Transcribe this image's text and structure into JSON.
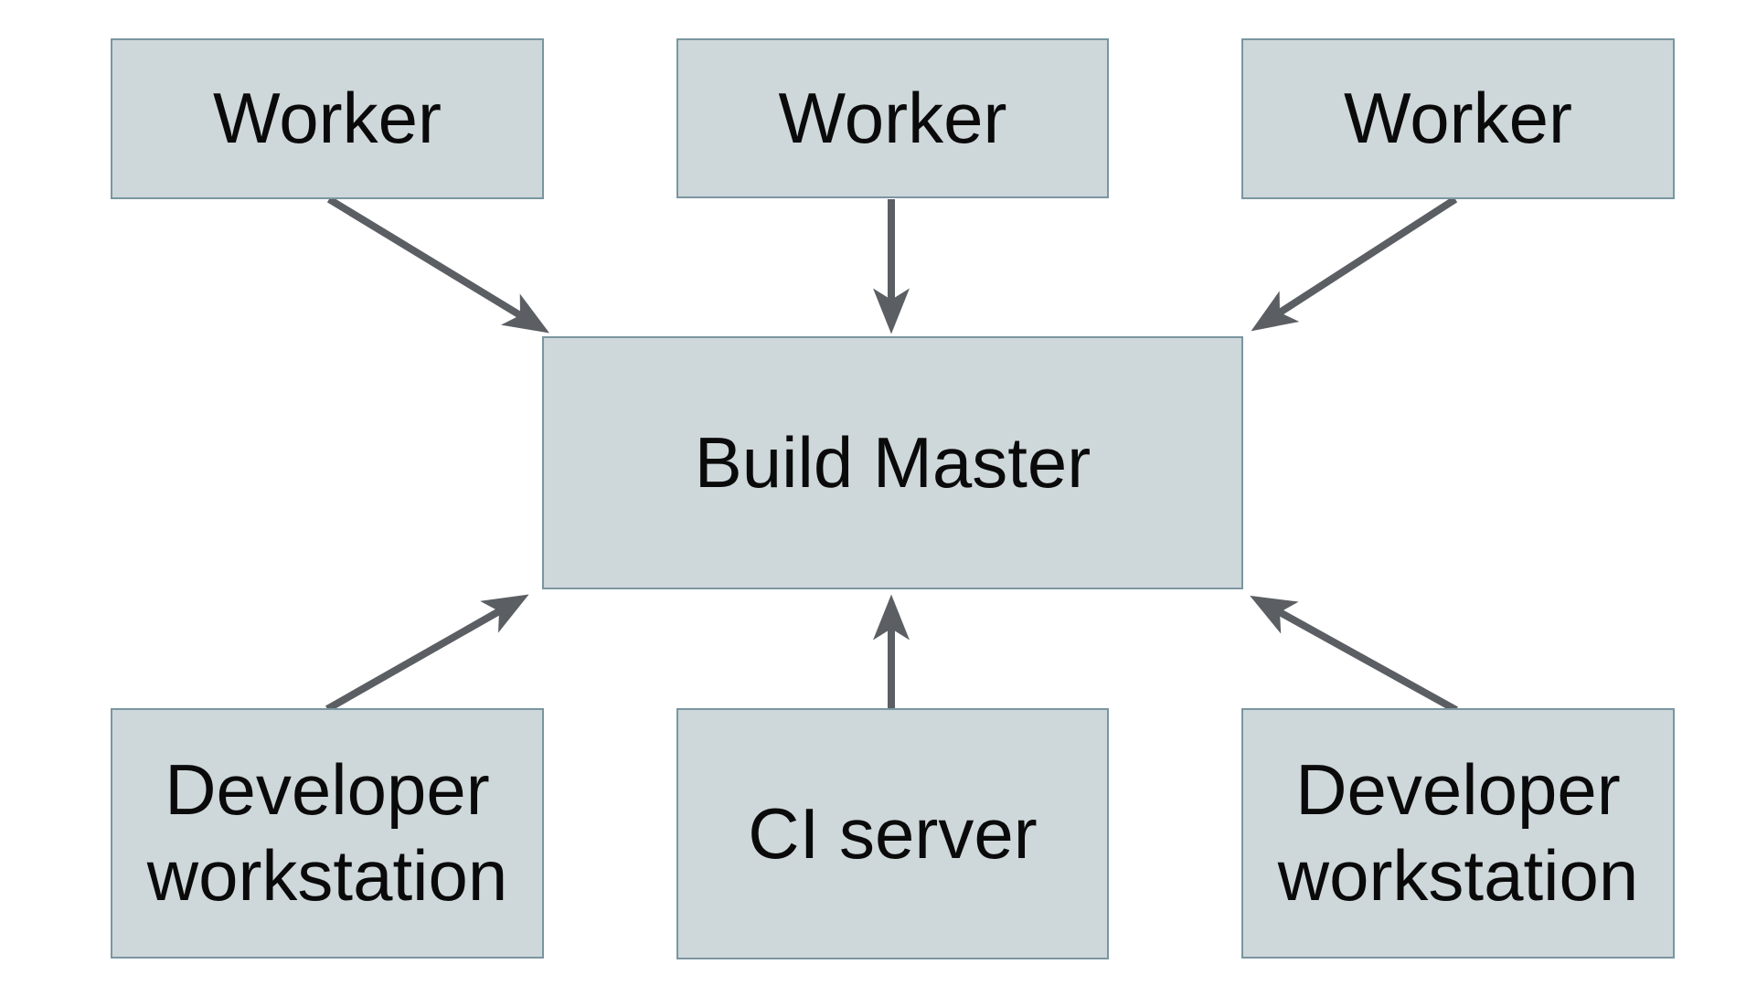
{
  "diagram": {
    "colors": {
      "canvas_bg": "#ffffff",
      "node_fill": "#ced7da",
      "node_border": "#7a96a0",
      "arrow_color": "#5b5f63",
      "text_color": "#0a0a0a"
    },
    "nodes": {
      "worker_left": {
        "label": "Worker"
      },
      "worker_center": {
        "label": "Worker"
      },
      "worker_right": {
        "label": "Worker"
      },
      "build_master": {
        "label": "Build Master"
      },
      "dev_workstation_left": {
        "label": "Developer workstation"
      },
      "ci_server": {
        "label": "CI server"
      },
      "dev_workstation_right": {
        "label": "Developer workstation"
      }
    },
    "edges": [
      {
        "from": "worker_left",
        "to": "build_master"
      },
      {
        "from": "worker_center",
        "to": "build_master"
      },
      {
        "from": "worker_right",
        "to": "build_master"
      },
      {
        "from": "dev_workstation_left",
        "to": "build_master"
      },
      {
        "from": "ci_server",
        "to": "build_master"
      },
      {
        "from": "dev_workstation_right",
        "to": "build_master"
      }
    ]
  }
}
